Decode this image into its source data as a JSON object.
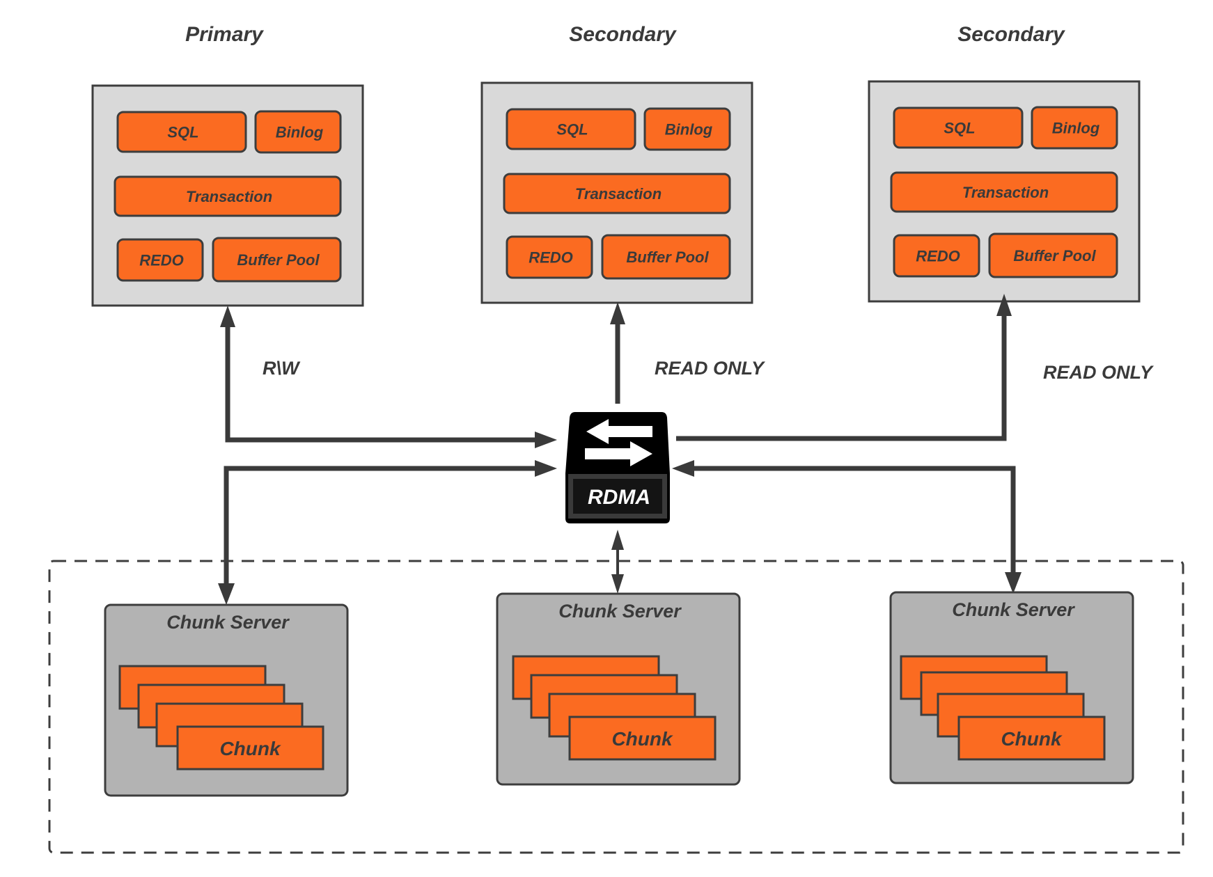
{
  "diagram": {
    "nodes": [
      {
        "role": "Primary",
        "components": {
          "sql": "SQL",
          "binlog": "Binlog",
          "transaction": "Transaction",
          "redo": "REDO",
          "buffer_pool": "Buffer Pool"
        },
        "link_label": "R\\W"
      },
      {
        "role": "Secondary",
        "components": {
          "sql": "SQL",
          "binlog": "Binlog",
          "transaction": "Transaction",
          "redo": "REDO",
          "buffer_pool": "Buffer Pool"
        },
        "link_label": "READ ONLY"
      },
      {
        "role": "Secondary",
        "components": {
          "sql": "SQL",
          "binlog": "Binlog",
          "transaction": "Transaction",
          "redo": "REDO",
          "buffer_pool": "Buffer Pool"
        },
        "link_label": "READ ONLY"
      }
    ],
    "switch": {
      "label": "RDMA",
      "icon": "bidirectional-arrows-icon"
    },
    "storage": {
      "chunk_servers": [
        {
          "title": "Chunk Server",
          "chunk_label": "Chunk",
          "chunk_count": 4
        },
        {
          "title": "Chunk Server",
          "chunk_label": "Chunk",
          "chunk_count": 4
        },
        {
          "title": "Chunk Server",
          "chunk_label": "Chunk",
          "chunk_count": 4
        }
      ]
    },
    "colors": {
      "component_fill": "#fb6b21",
      "node_fill": "#d9d9d9",
      "chunk_server_fill": "#b3b3b3",
      "line": "#3a3a3a",
      "switch": "#000000"
    }
  }
}
